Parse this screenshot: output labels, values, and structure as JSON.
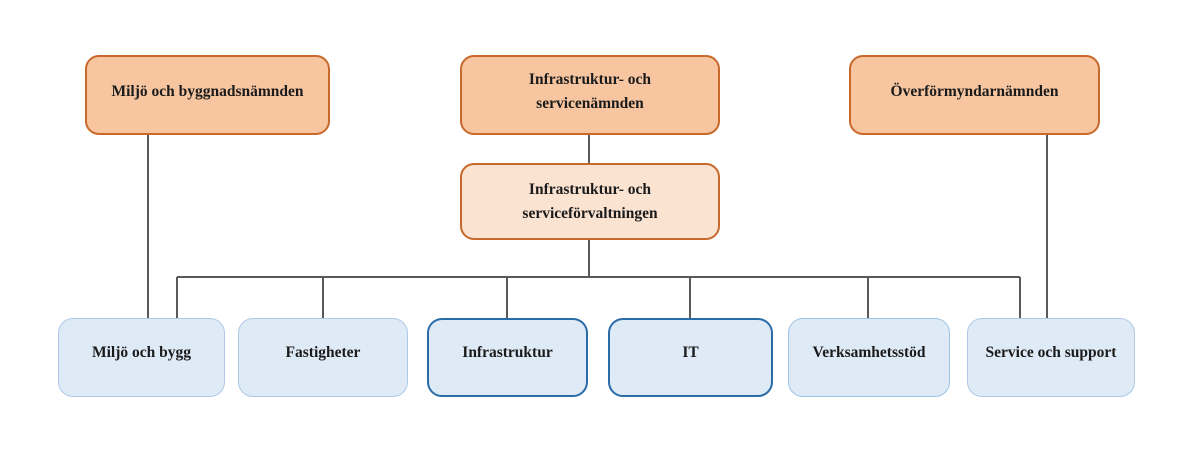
{
  "colors": {
    "committee_fill": "#F7C6A0",
    "committee_border": "#C8682B",
    "administration_fill": "#FBE3D2",
    "department_fill": "#DEEBF7",
    "department_border_light": "#AFC8E7",
    "department_border_cyan": "#9CC2E5",
    "department_border_dark": "#2B6CA8",
    "connector_line": "#595959",
    "text": "#1B1B1B",
    "background": "#FFFFFF"
  },
  "org_chart": {
    "committees": [
      {
        "label": "Miljö och byggnadsnämnden"
      },
      {
        "label": "Infrastruktur- och servicenämnden"
      },
      {
        "label": "Överförmyndarnämnden"
      }
    ],
    "administration": {
      "label": "Infrastruktur- och serviceförvaltningen"
    },
    "departments": [
      {
        "label": "Miljö och bygg"
      },
      {
        "label": "Fastigheter"
      },
      {
        "label": "Infrastruktur"
      },
      {
        "label": "IT"
      },
      {
        "label": "Verksamhetsstöd"
      },
      {
        "label": "Service och support"
      }
    ]
  }
}
